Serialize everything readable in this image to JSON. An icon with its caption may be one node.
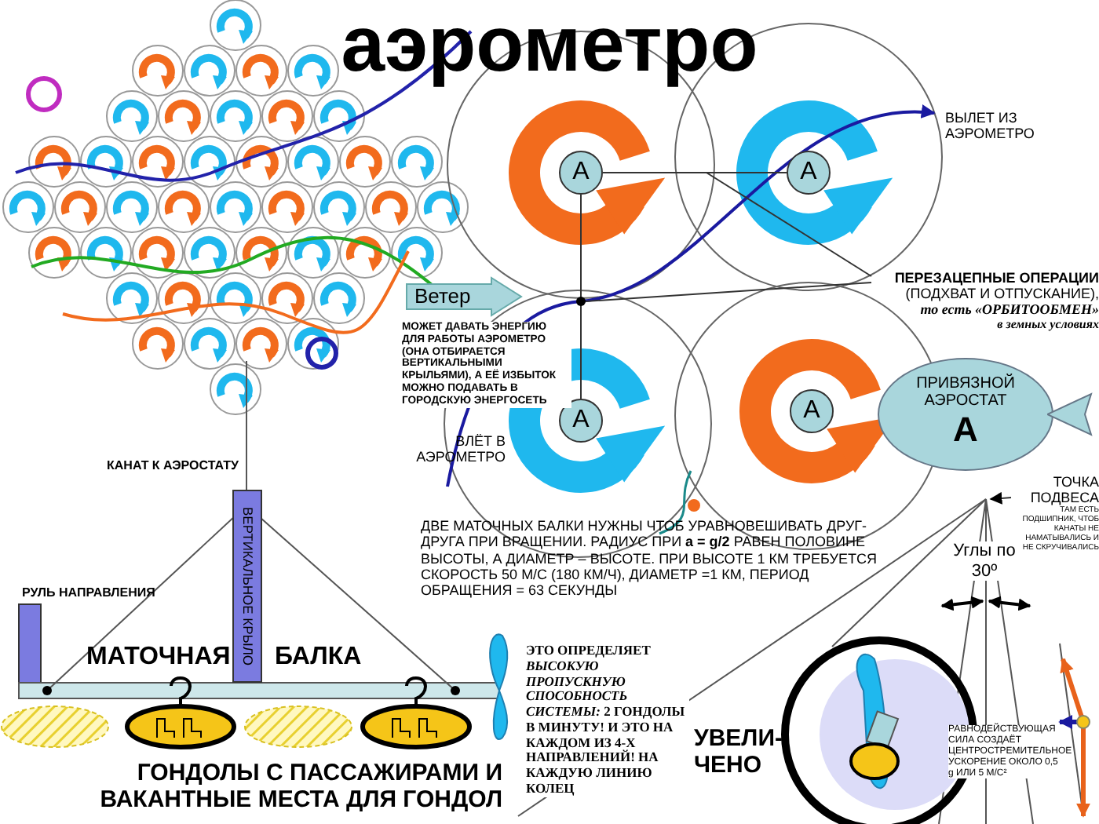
{
  "diagram": {
    "title": "аэрометро",
    "nodes": [
      {
        "text": [
          "A"
        ]
      },
      {
        "text": [
          "A"
        ]
      },
      {
        "text": [
          "Ветер"
        ]
      },
      {
        "text": [
          "ПЕРЕЗАЦЕПНЫЕ ОПЕРАЦИИ",
          "(ПОДХВАТ И ОТПУСКАНИЕ),",
          "то есть «ОРБИТООБМЕН»",
          "в земных условиях"
        ]
      },
      {
        "text": [
          "A"
        ]
      },
      {
        "text": [
          "A"
        ]
      },
      {
        "text": [
          "ПРИВЯЗНОЙ АЭРОСТАТ",
          "A"
        ]
      },
      {
        "text": [
          "ТОЧКА ПОДВЕСА",
          "ТАМ ЕСТЬ ПОДШИПНИК, ЧТОБ КАНАТЫ НЕ НАМАТЫВАЛИСЬ И НЕ СКРУЧИВАЛИСЬ"
        ]
      },
      {
        "text": [
          "ВЕРТИКАЛЬНОЕ КРЫЛО"
        ]
      },
      {
        "text": [],
        "shape": "circle"
      }
    ],
    "edges": [
      {
        "from": 0,
        "to": 1,
        "arrow": "none"
      },
      {
        "from": 0,
        "to": 4,
        "arrow": "none"
      },
      {
        "from": 3,
        "to": 9,
        "arrow": "none"
      },
      {
        "from": 3,
        "to": null,
        "arrow": "none"
      },
      {
        "from": 7,
        "to": null,
        "arrow": "to"
      }
    ],
    "labels": [
      "ВЫЛЕТ ИЗ АЭРОМЕТРО",
      "МОЖЕТ ДАВАТЬ ЭНЕРГИЮ ДЛЯ РАБОТЫ АЭРОМЕТРО (ОНА ОТБИРАЕТСЯ ВЕРТИКАЛЬНЫМИ КРЫЛЬЯМИ), А ЕЁ ИЗБЫТОК МОЖНО ПОДАВАТЬ В ГОРОДСКУЮ ЭНЕРГОСЕТЬ",
      "ВЛЁТ В АЭРОМЕТРО",
      "КАНАТ К АЭРОСТАТУ",
      "ДВЕ МАТОЧНЫХ БАЛКИ НУЖНЫ ЧТОБ УРАВНОВЕШИВАТЬ ДРУГ-ДРУГА ПРИ ВРАЩЕНИИ. РАДИУС ПРИ **a = g/2** РАВЕН ПОЛОВИНЕ ВЫСОТЫ, А ДИАМЕТР – ВЫСОТЕ. ПРИ ВЫСОТЕ 1 КМ ТРЕБУЕТСЯ СКОРОСТЬ 50 М/С (180 КМ/Ч), ДИАМЕТР =1 КМ, ПЕРИОД ОБРАЩЕНИЯ = 63 СЕКУНДЫ",
      "Углы по 30º",
      "РУЛЬ НАПРАВЛЕНИЯ",
      "МАТОЧНАЯ",
      "БАЛКА",
      "ЭТО ОПРЕДЕЛЯЕТ *ВЫСОКУЮ ПРОПУСКНУЮ СПОСОБНОСТЬ СИСТЕМЫ:* 2 ГОНДОЛЫ В МИНУТУ! И ЭТО НА КАЖДОМ ИЗ 4-Х НАПРАВЛЕНИЙ! НА КАЖДУЮ ЛИНИЮ КОЛЕЦ",
      "РАВНОДЕЙСТВУЮЩАЯ СИЛА СОЗДАЁТ ЦЕНТРОСТРЕМИТЕЛЬНОЕ УСКОРЕНИЕ ОКОЛО 0,5 g ИЛИ 5 М/С²",
      "ГОНДОЛЫ С ПАССАЖИРАМИ И ВАКАНТНЫЕ МЕСТА ДЛЯ ГОНДОЛ",
      "УВЕЛИ- ЧЕНО"
    ]
  }
}
